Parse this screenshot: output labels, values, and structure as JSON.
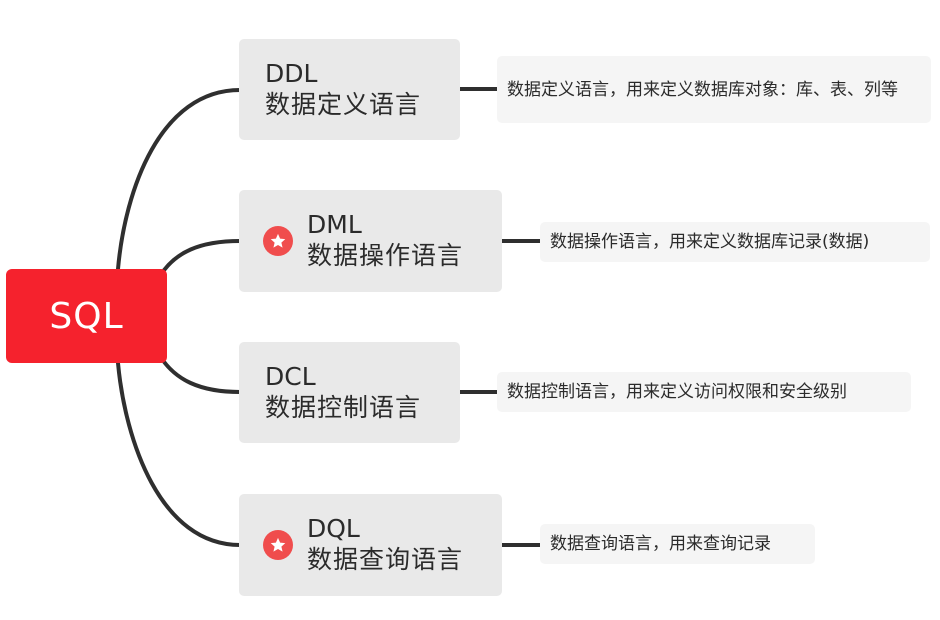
{
  "root": {
    "label": "SQL",
    "color": "#f5222d"
  },
  "branches": [
    {
      "code": "DDL",
      "name": "数据定义语言",
      "starred": false,
      "description": "数据定义语言，用来定义数据库对象：库、表、列等"
    },
    {
      "code": "DML",
      "name": "数据操作语言",
      "starred": true,
      "description": "数据操作语言，用来定义数据库记录(数据)"
    },
    {
      "code": "DCL",
      "name": "数据控制语言",
      "starred": false,
      "description": "数据控制语言，用来定义访问权限和安全级别"
    },
    {
      "code": "DQL",
      "name": "数据查询语言",
      "starred": true,
      "description": "数据查询语言，用来查询记录"
    }
  ],
  "icons": {
    "marker": "star-icon",
    "marker_color": "#f04d4d"
  }
}
